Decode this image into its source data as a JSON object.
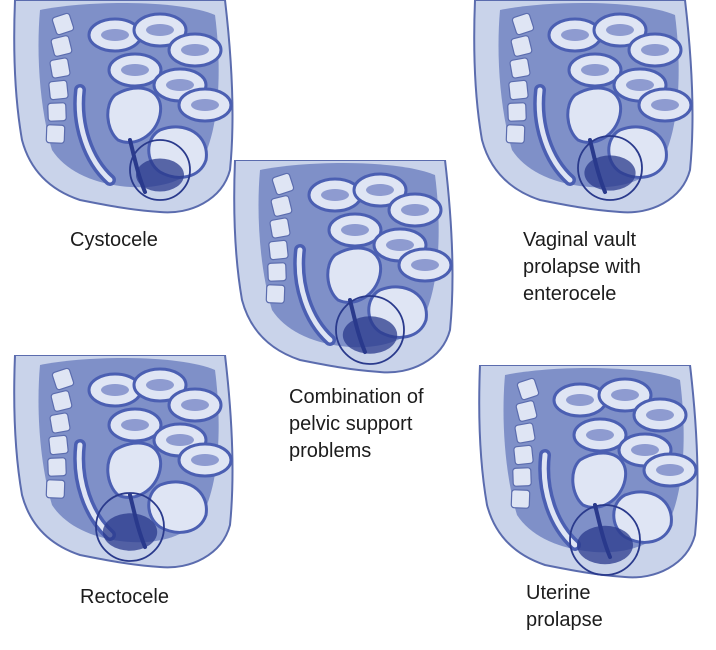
{
  "colors": {
    "body": "#c9d3ea",
    "outline": "#5b6cae",
    "tissue": "#4b5fb2",
    "tissue_dark": "#2a3a8c",
    "organ_light": "#dfe5f4",
    "pelvis_bg": "#7f90c8"
  },
  "panels": [
    {
      "id": "cystocele",
      "caption": "Cystocele",
      "condition": "cystocele"
    },
    {
      "id": "combination",
      "caption": "Combination of\npelvic support\nproblems",
      "condition": "combination"
    },
    {
      "id": "vault",
      "caption": "Vaginal vault\nprolapse with\nenterocele",
      "condition": "vault"
    },
    {
      "id": "rectocele",
      "caption": "Rectocele",
      "condition": "rectocele"
    },
    {
      "id": "uterine",
      "caption": "Uterine\nprolapse",
      "condition": "uterine"
    }
  ]
}
